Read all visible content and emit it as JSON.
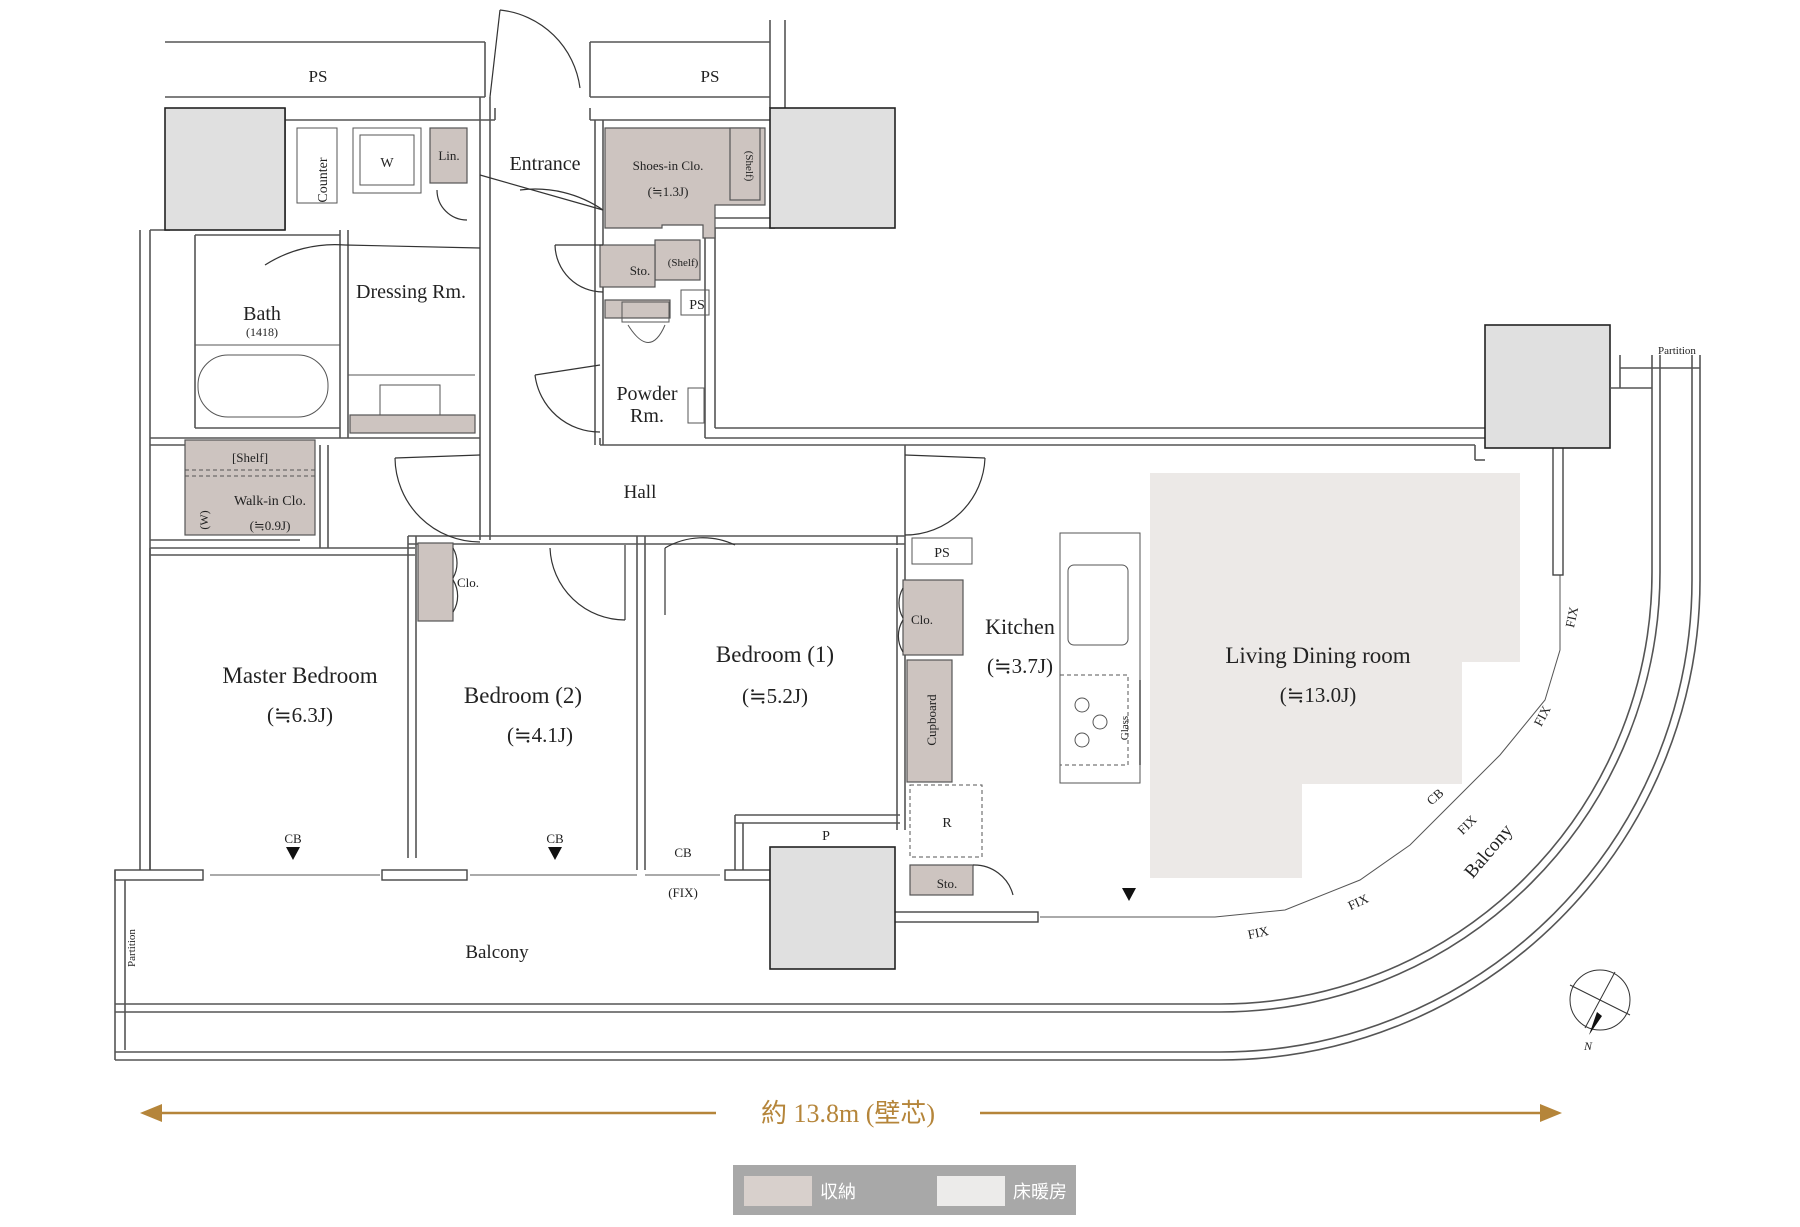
{
  "rooms": {
    "ps_left": "PS",
    "ps_right": "PS",
    "ps_small": "PS",
    "ps_kitchen": "PS",
    "counter": "Counter",
    "washer": "W",
    "linen": "Lin.",
    "entrance": "Entrance",
    "shoes_closet": "Shoes-in Clo.",
    "shoes_closet_area": "(≒1.3J)",
    "shelf_a": "(Shelf)",
    "shelf_b": "(Shelf)",
    "storage_a": "Sto.",
    "storage_b": "Sto.",
    "bath": "Bath",
    "bath_size": "(1418)",
    "dressing": "Dressing Rm.",
    "powder_line1": "Powder",
    "powder_line2": "Rm.",
    "shelf_wic": "[Shelf]",
    "wic_w": "(W)",
    "wic": "Walk-in Clo.",
    "wic_area": "(≒0.9J)",
    "hall": "Hall",
    "closet_a": "Clo.",
    "closet_b": "Clo.",
    "master": "Master Bedroom",
    "master_area": "(≒6.3J)",
    "bed2": "Bedroom (2)",
    "bed2_area": "(≒4.1J)",
    "bed1": "Bedroom (1)",
    "bed1_area": "(≒5.2J)",
    "kitchen": "Kitchen",
    "kitchen_area": "(≒3.7J)",
    "cupboard": "Cupboard",
    "glass": "Glass",
    "fridge": "R",
    "pipe": "P",
    "ldk": "Living Dining room",
    "ldk_area": "(≒13.0J)",
    "balcony_south": "Balcony",
    "balcony_curve": "Balcony",
    "partition_top": "Partition",
    "partition_left": "Partition",
    "cb1": "CB",
    "cb2": "CB",
    "cb3": "CB",
    "cb4": "CB",
    "fix_paren": "(FIX)",
    "fix1": "FIX",
    "fix2": "FIX",
    "fix3": "FIX",
    "fix4": "FIX",
    "fix5": "FIX",
    "north": "N"
  },
  "dimension": {
    "label": "約 13.8m (壁芯)",
    "color": "#b5853a"
  },
  "legend": {
    "storage_label": "収納",
    "floor_heating_label": "床暖房",
    "storage_color": "#d8d0cc",
    "floor_heating_color": "#ecebea",
    "background": "#a8a8a8"
  }
}
